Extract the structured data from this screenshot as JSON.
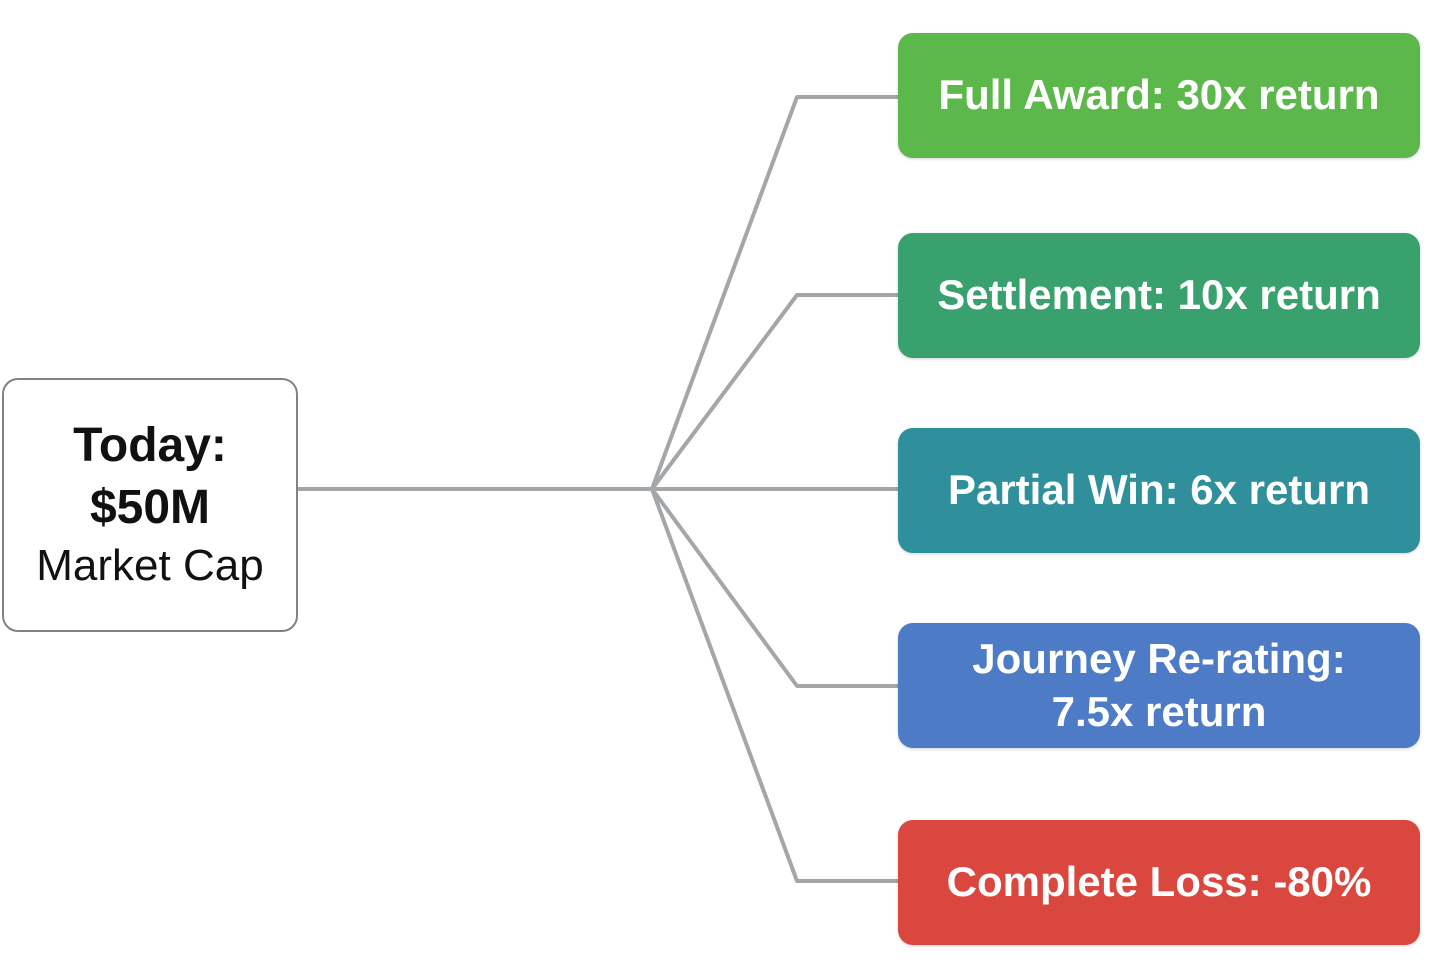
{
  "diagram": {
    "type": "decision-tree",
    "root": {
      "lines": [
        "Today:",
        "$50M",
        "Market Cap"
      ],
      "background": "#ffffff",
      "border_color": "#7e8486",
      "text_color": "#111111"
    },
    "outcomes": [
      {
        "id": "full-award",
        "label": "Full Award: 30x return",
        "color": "#5cb84a"
      },
      {
        "id": "settlement",
        "label": "Settlement: 10x return",
        "color": "#38a16d"
      },
      {
        "id": "partial-win",
        "label": "Partial Win: 6x return",
        "color": "#2f8f9a"
      },
      {
        "id": "journey-rerating",
        "label": "Journey Re-rating:\n7.5x return",
        "color": "#4d7bc6"
      },
      {
        "id": "complete-loss",
        "label": "Complete Loss: -80%",
        "color": "#da473f"
      }
    ],
    "connector_color": "#a3a7aa",
    "label_text_color": "#ffffff"
  }
}
